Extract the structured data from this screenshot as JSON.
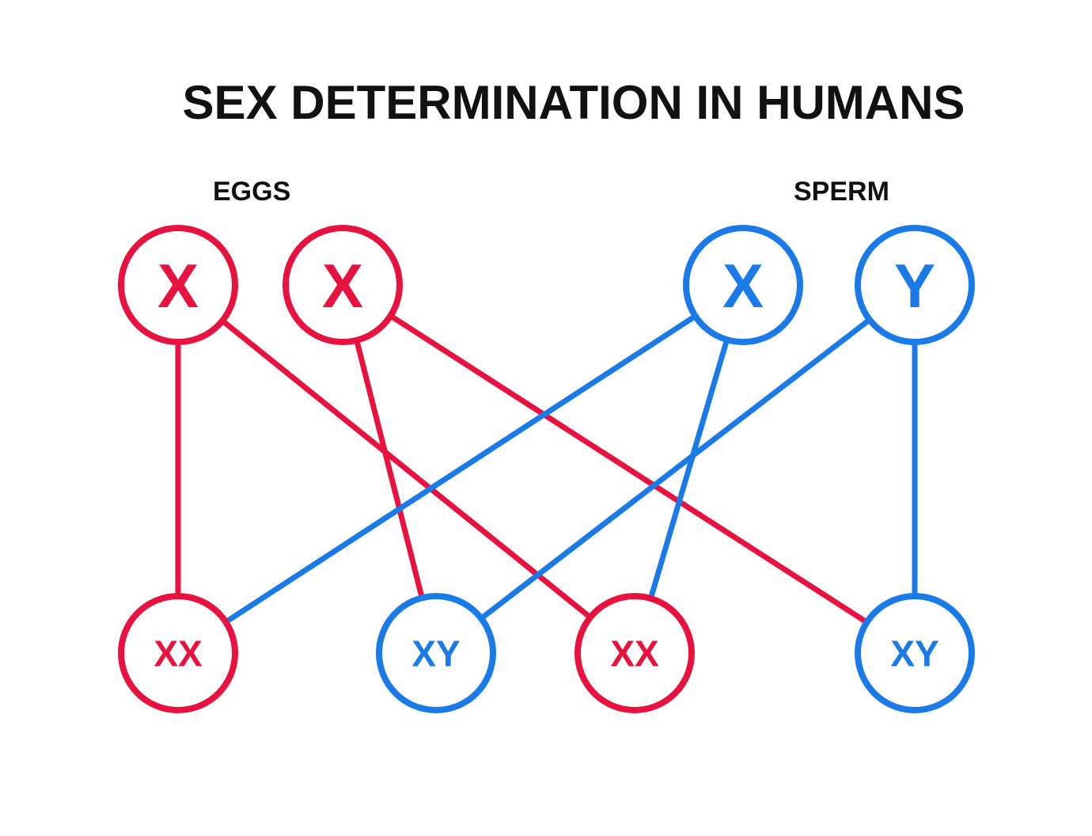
{
  "title": "SEX DETERMINATION IN HUMANS",
  "labels": {
    "eggs": "EGGS",
    "sperm": "SPERM"
  },
  "colors": {
    "female": "#e8123f",
    "male": "#1a7ae8",
    "text": "#111111",
    "background": "#ffffff"
  },
  "gametes": [
    {
      "id": "egg-1",
      "label": "X",
      "sex": "female"
    },
    {
      "id": "egg-2",
      "label": "X",
      "sex": "female"
    },
    {
      "id": "sperm-x",
      "label": "X",
      "sex": "male"
    },
    {
      "id": "sperm-y",
      "label": "Y",
      "sex": "male"
    }
  ],
  "offspring": [
    {
      "id": "child-1",
      "label": "XX",
      "sex": "female"
    },
    {
      "id": "child-2",
      "label": "XY",
      "sex": "male"
    },
    {
      "id": "child-3",
      "label": "XX",
      "sex": "female"
    },
    {
      "id": "child-4",
      "label": "XY",
      "sex": "male"
    }
  ],
  "links": [
    {
      "from": "egg-1",
      "to": "child-1",
      "sex": "female"
    },
    {
      "from": "egg-1",
      "to": "child-3",
      "sex": "female"
    },
    {
      "from": "egg-2",
      "to": "child-2",
      "sex": "female"
    },
    {
      "from": "egg-2",
      "to": "child-4",
      "sex": "female"
    },
    {
      "from": "sperm-x",
      "to": "child-1",
      "sex": "male"
    },
    {
      "from": "sperm-x",
      "to": "child-3",
      "sex": "male"
    },
    {
      "from": "sperm-y",
      "to": "child-2",
      "sex": "male"
    },
    {
      "from": "sperm-y",
      "to": "child-4",
      "sex": "male"
    }
  ]
}
